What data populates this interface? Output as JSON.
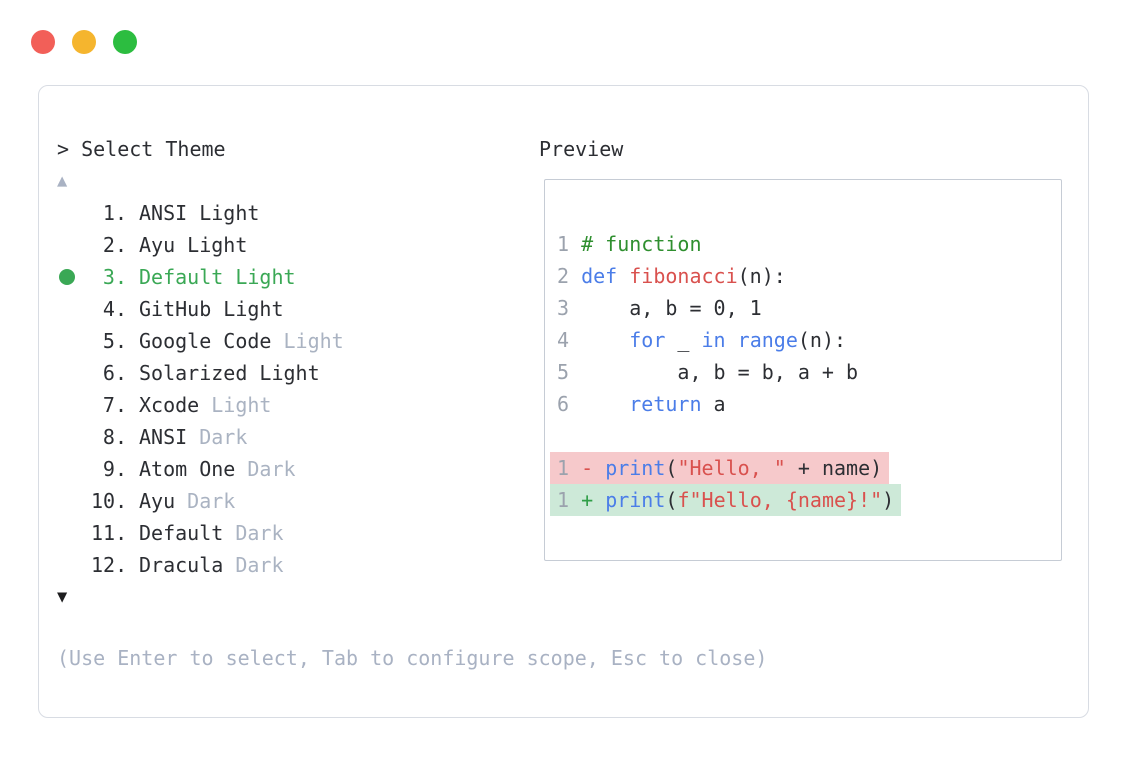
{
  "window": {
    "traffic_lights": [
      {
        "name": "close",
        "color": "#f25f58"
      },
      {
        "name": "minimize",
        "color": "#f5b52e"
      },
      {
        "name": "zoom",
        "color": "#2cbd40"
      }
    ]
  },
  "theme_selector": {
    "prompt": "> Select Theme",
    "scroll_up_icon": "▲",
    "scroll_down_icon": "▼",
    "selected_color": "#3aa855",
    "items": [
      {
        "num": "1.",
        "name": "ANSI ",
        "suffix": "Light",
        "suffix_muted": false,
        "selected": false
      },
      {
        "num": "2.",
        "name": "Ayu ",
        "suffix": "Light",
        "suffix_muted": false,
        "selected": false
      },
      {
        "num": "3.",
        "name": "Default ",
        "suffix": "Light",
        "suffix_muted": false,
        "selected": true
      },
      {
        "num": "4.",
        "name": "GitHub ",
        "suffix": "Light",
        "suffix_muted": false,
        "selected": false
      },
      {
        "num": "5.",
        "name": "Google Code ",
        "suffix": "Light",
        "suffix_muted": true,
        "selected": false
      },
      {
        "num": "6.",
        "name": "Solarized ",
        "suffix": "Light",
        "suffix_muted": false,
        "selected": false
      },
      {
        "num": "7.",
        "name": "Xcode ",
        "suffix": "Light",
        "suffix_muted": true,
        "selected": false
      },
      {
        "num": "8.",
        "name": "ANSI ",
        "suffix": "Dark",
        "suffix_muted": true,
        "selected": false
      },
      {
        "num": "9.",
        "name": "Atom One ",
        "suffix": "Dark",
        "suffix_muted": true,
        "selected": false
      },
      {
        "num": "10.",
        "name": "Ayu ",
        "suffix": "Dark",
        "suffix_muted": true,
        "selected": false
      },
      {
        "num": "11.",
        "name": "Default ",
        "suffix": "Dark",
        "suffix_muted": true,
        "selected": false
      },
      {
        "num": "12.",
        "name": "Dracula ",
        "suffix": "Dark",
        "suffix_muted": true,
        "selected": false
      }
    ],
    "hint": "(Use Enter to select, Tab to configure scope, Esc to close)"
  },
  "preview": {
    "title": "Preview",
    "code_colors": {
      "comment": "#2f8f2f",
      "keyword": "#4b7de8",
      "string_and_function": "#d9514e",
      "plain": "#2c2e33",
      "line_number": "#9ba2ad",
      "diff_removed_bg": "#f6c9cb",
      "diff_added_bg": "#cde9d8"
    },
    "code_lines": [
      {
        "hl": null,
        "segs": [
          {
            "t": "1 ",
            "c": "num"
          },
          {
            "t": "# function",
            "c": "comment"
          }
        ]
      },
      {
        "hl": null,
        "segs": [
          {
            "t": "2 ",
            "c": "num"
          },
          {
            "t": "def",
            "c": "kw"
          },
          {
            "t": " ",
            "c": "plain"
          },
          {
            "t": "fibonacci",
            "c": "fn"
          },
          {
            "t": "(n):",
            "c": "plain"
          }
        ]
      },
      {
        "hl": null,
        "segs": [
          {
            "t": "3 ",
            "c": "num"
          },
          {
            "t": "    a, b = 0, 1",
            "c": "plain"
          }
        ]
      },
      {
        "hl": null,
        "segs": [
          {
            "t": "4 ",
            "c": "num"
          },
          {
            "t": "    ",
            "c": "plain"
          },
          {
            "t": "for",
            "c": "kw"
          },
          {
            "t": " _ ",
            "c": "plain"
          },
          {
            "t": "in",
            "c": "kw"
          },
          {
            "t": " ",
            "c": "plain"
          },
          {
            "t": "range",
            "c": "kw"
          },
          {
            "t": "(n):",
            "c": "plain"
          }
        ]
      },
      {
        "hl": null,
        "segs": [
          {
            "t": "5 ",
            "c": "num"
          },
          {
            "t": "        a, b = b, a + b",
            "c": "plain"
          }
        ]
      },
      {
        "hl": null,
        "segs": [
          {
            "t": "6 ",
            "c": "num"
          },
          {
            "t": "    ",
            "c": "plain"
          },
          {
            "t": "return",
            "c": "kw"
          },
          {
            "t": " a",
            "c": "plain"
          }
        ]
      },
      {
        "hl": null,
        "segs": []
      },
      {
        "hl": "red",
        "segs": [
          {
            "t": "1 ",
            "c": "num"
          },
          {
            "t": "- ",
            "c": "minus"
          },
          {
            "t": "print",
            "c": "kw"
          },
          {
            "t": "(",
            "c": "plain"
          },
          {
            "t": "\"Hello, \"",
            "c": "str"
          },
          {
            "t": " + name)",
            "c": "plain"
          }
        ]
      },
      {
        "hl": "green",
        "segs": [
          {
            "t": "1 ",
            "c": "num"
          },
          {
            "t": "+ ",
            "c": "plus"
          },
          {
            "t": "print",
            "c": "kw"
          },
          {
            "t": "(",
            "c": "plain"
          },
          {
            "t": "f\"Hello, {name}!\"",
            "c": "str"
          },
          {
            "t": ")",
            "c": "plain"
          }
        ]
      }
    ]
  }
}
